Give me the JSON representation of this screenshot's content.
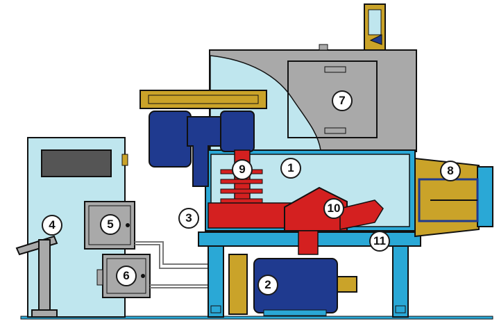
{
  "colors": {
    "frame_blue": "#2aa8d6",
    "tank_light_blue": "#bfe6ee",
    "hopper_gray": "#a9a9a9",
    "motor_navy": "#1f3a8f",
    "gear_gold": "#caa329",
    "rotor_red": "#d42020",
    "outline": "#111111"
  },
  "icons": {
    "panel": "control-cabinet-icon",
    "pedestal": "operator-pedestal-icon",
    "motor": "electric-motor-icon"
  },
  "labels": [
    {
      "id": "label-1",
      "text": "1"
    },
    {
      "id": "label-2",
      "text": "2"
    },
    {
      "id": "label-3",
      "text": "3"
    },
    {
      "id": "label-4",
      "text": "4"
    },
    {
      "id": "label-5",
      "text": "5"
    },
    {
      "id": "label-6",
      "text": "6"
    },
    {
      "id": "label-7",
      "text": "7"
    },
    {
      "id": "label-8",
      "text": "8"
    },
    {
      "id": "label-9",
      "text": "9"
    },
    {
      "id": "label-10",
      "text": "10"
    },
    {
      "id": "label-11",
      "text": "11"
    }
  ]
}
